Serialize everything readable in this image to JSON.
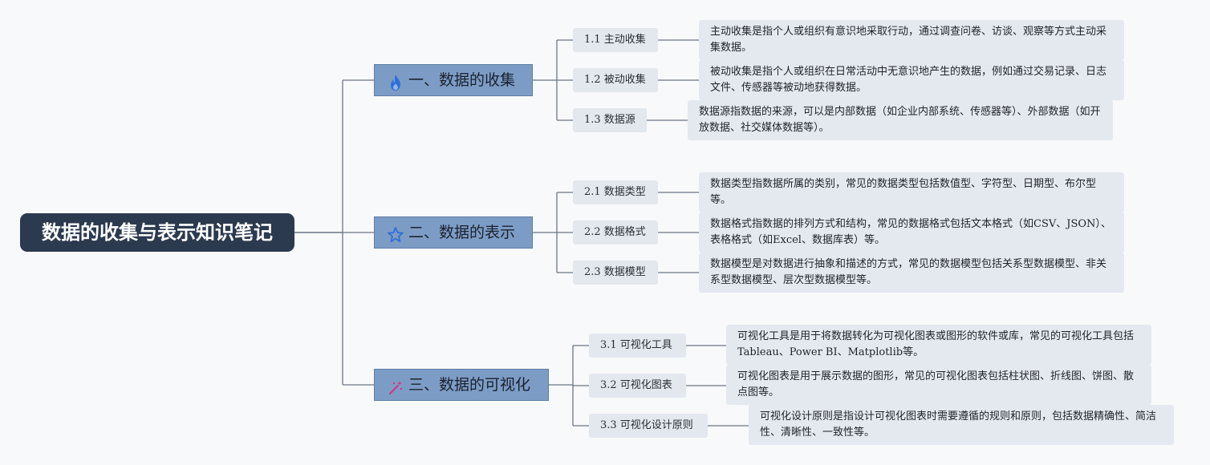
{
  "root": {
    "title": "数据的收集与表示知识笔记"
  },
  "colors": {
    "root_bg": "#2c3a4f",
    "branch_bg": "#7d9cc5",
    "node_bg": "#e3e8ef",
    "line": "#6c7585"
  },
  "branches": [
    {
      "label": "一、数据的收集",
      "icon": "fire-icon",
      "children": [
        {
          "label": "1.1 主动收集",
          "desc": "主动收集是指个人或组织有意识地采取行动，通过调查问卷、访谈、观察等方式主动采集数据。"
        },
        {
          "label": "1.2 被动收集",
          "desc": "被动收集是指个人或组织在日常活动中无意识地产生的数据，例如通过交易记录、日志文件、传感器等被动地获得数据。"
        },
        {
          "label": "1.3 数据源",
          "desc": "数据源指数据的来源，可以是内部数据（如企业内部系统、传感器等）、外部数据（如开放数据、社交媒体数据等）。"
        }
      ]
    },
    {
      "label": "二、数据的表示",
      "icon": "star-icon",
      "children": [
        {
          "label": "2.1 数据类型",
          "desc": "数据类型指数据所属的类别，常见的数据类型包括数值型、字符型、日期型、布尔型等。"
        },
        {
          "label": "2.2 数据格式",
          "desc": "数据格式指数据的排列方式和结构，常见的数据格式包括文本格式（如CSV、JSON）、表格格式（如Excel、数据库表）等。"
        },
        {
          "label": "2.3 数据模型",
          "desc": "数据模型是对数据进行抽象和描述的方式，常见的数据模型包括关系型数据模型、非关系型数据模型、层次型数据模型等。"
        }
      ]
    },
    {
      "label": "三、数据的可视化",
      "icon": "magic-wand-icon",
      "children": [
        {
          "label": "3.1 可视化工具",
          "desc": "可视化工具是用于将数据转化为可视化图表或图形的软件或库，常见的可视化工具包括Tableau、Power BI、Matplotlib等。"
        },
        {
          "label": "3.2 可视化图表",
          "desc": "可视化图表是用于展示数据的图形，常见的可视化图表包括柱状图、折线图、饼图、散点图等。"
        },
        {
          "label": "3.3 可视化设计原则",
          "desc": "可视化设计原则是指设计可视化图表时需要遵循的规则和原则，包括数据精确性、简洁性、清晰性、一致性等。"
        }
      ]
    }
  ]
}
